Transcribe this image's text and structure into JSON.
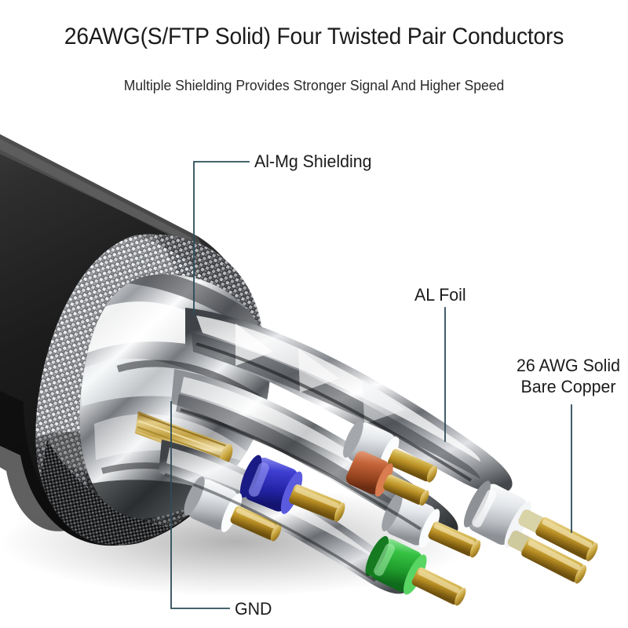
{
  "heading": {
    "title": "26AWG(S/FTP Solid) Four Twisted Pair Conductors",
    "subtitle": "Multiple Shielding Provides Stronger Signal And Higher Speed"
  },
  "callouts": {
    "al_mg_shielding": "Al-Mg Shielding",
    "al_foil": "AL Foil",
    "bare_copper_line1": "26 AWG Solid",
    "bare_copper_line2": "Bare Copper",
    "gnd": "GND"
  },
  "colors": {
    "background": "#ffffff",
    "title_text": "#1b1b1b",
    "subtitle_text": "#2a2a2a",
    "label_text": "#1b1b1b",
    "leader_line": "#2d4d5a",
    "jacket_black": "#1e1e1e",
    "jacket_black_light": "#3c3c3c",
    "braid_silver": "#b9bcc0",
    "braid_dark": "#2a2a2c",
    "foil_silver": "#d8dade",
    "foil_highlight": "#ffffff",
    "foil_shadow": "#4a4d52",
    "copper_gold": "#c9a227",
    "copper_gold_light": "#e8cf7e",
    "insulation_blue": "#3b3bc8",
    "insulation_green": "#2eb33a",
    "insulation_white": "#eceef0",
    "insulation_orange": "#c4643a",
    "insulation_brown": "#8a5a3c"
  }
}
